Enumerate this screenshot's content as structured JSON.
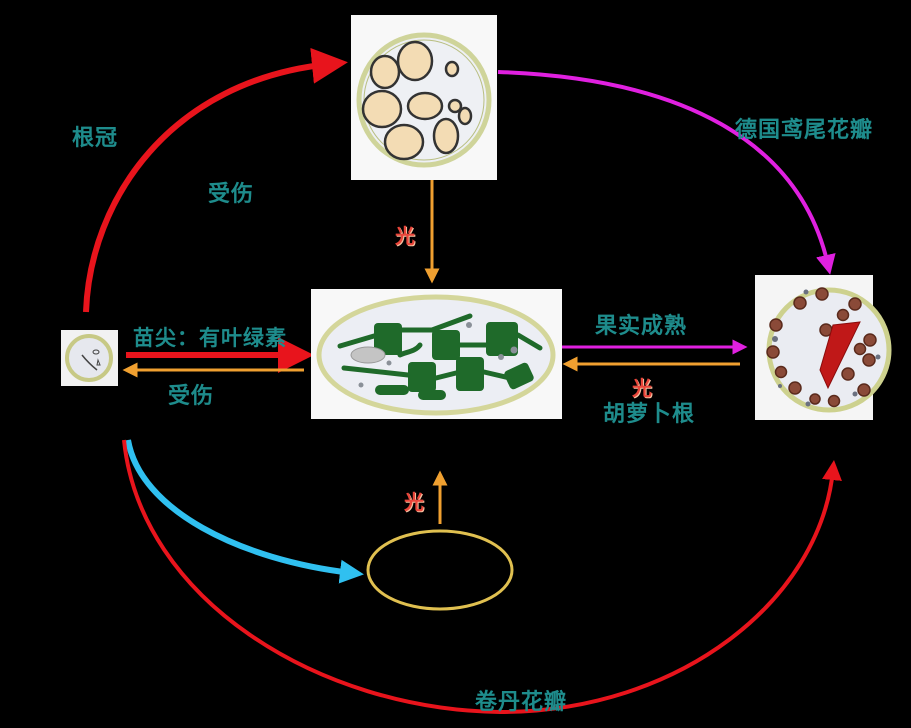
{
  "title": "Plastid interconversion diagram",
  "colors": {
    "background": "#000000",
    "label_text": "#1e8c8c",
    "light_text": "#e8453a",
    "arrow_red": "#e8141c",
    "arrow_magenta": "#e020e0",
    "arrow_orange": "#f0a030",
    "arrow_cyan": "#30c0f0",
    "chloroplast_green": "#1f6a2a",
    "plastid_membrane": "#c8cc88",
    "etioplast_ring": "#e0c050"
  },
  "nodes": {
    "proplastid": {
      "name": "proplastid"
    },
    "amyloplast": {
      "name": "amyloplast"
    },
    "chloroplast": {
      "name": "chloroplast"
    },
    "chromoplast": {
      "name": "chromoplast"
    },
    "etioplast": {
      "name": "etioplast"
    }
  },
  "labels": {
    "root_cap": "根冠",
    "injury_top": "受伤",
    "light_down": "光",
    "shoot_tip": "苗尖：有叶绿素",
    "injury_left": "受伤",
    "fruit_ripening": "果实成熟",
    "light_right": "光",
    "carrot_root": "胡萝卜根",
    "iris_petal": "德国鸢尾花瓣",
    "light_up": "光",
    "curly_petal": "卷丹花瓣"
  },
  "edges": [
    {
      "from": "proplastid",
      "to": "amyloplast",
      "label": "根冠",
      "color": "red"
    },
    {
      "from": "amyloplast",
      "to": "chloroplast",
      "label": "光",
      "color": "orange"
    },
    {
      "from": "amyloplast",
      "to": "chromoplast",
      "label": "德国鸢尾花瓣",
      "color": "magenta"
    },
    {
      "from": "proplastid",
      "to": "chloroplast",
      "label": "苗尖：有叶绿素",
      "color": "red"
    },
    {
      "from": "chloroplast",
      "to": "proplastid",
      "label": "受伤",
      "color": "orange"
    },
    {
      "from": "chloroplast",
      "to": "chromoplast",
      "label": "果实成熟",
      "color": "magenta"
    },
    {
      "from": "chromoplast",
      "to": "chloroplast",
      "label": "光 胡萝卜根",
      "color": "orange"
    },
    {
      "from": "proplastid",
      "to": "etioplast",
      "label": "",
      "color": "cyan"
    },
    {
      "from": "etioplast",
      "to": "chloroplast",
      "label": "光",
      "color": "orange"
    },
    {
      "from": "proplastid",
      "to": "chromoplast",
      "label": "卷丹花瓣",
      "color": "red"
    }
  ]
}
